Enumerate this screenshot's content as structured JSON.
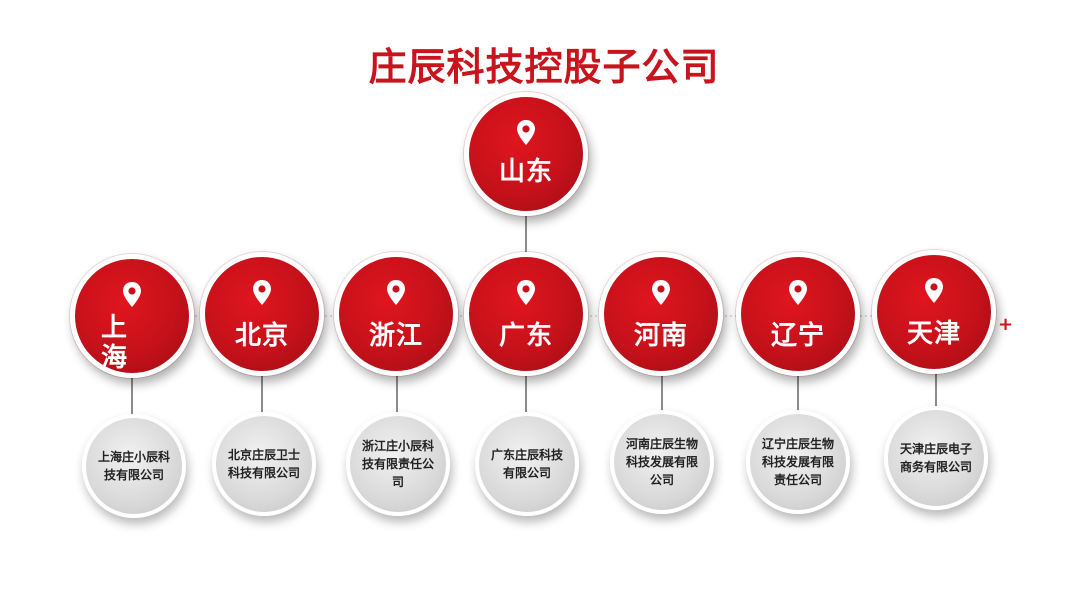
{
  "title": "庄辰科技控股子公司",
  "root": {
    "name": "山东"
  },
  "regions": [
    {
      "name": "上海",
      "company": "上海庄小辰科技有限公司"
    },
    {
      "name": "北京",
      "company": "北京庄辰卫士科技有限公司"
    },
    {
      "name": "浙江",
      "company": "浙江庄小辰科技有限责任公司"
    },
    {
      "name": "广东",
      "company": "广东庄辰科技有限公司"
    },
    {
      "name": "河南",
      "company": "河南庄辰生物科技发展有限公司"
    },
    {
      "name": "辽宁",
      "company": "辽宁庄辰生物科技发展有限责任公司"
    },
    {
      "name": "天津",
      "company": "天津庄辰电子商务有限公司"
    }
  ],
  "plus_mark": "+",
  "colors": {
    "accent": "#c8141c",
    "sub_node": "#d9d9d9",
    "line": "#8c8c8c"
  },
  "icon": "map-pin-icon"
}
